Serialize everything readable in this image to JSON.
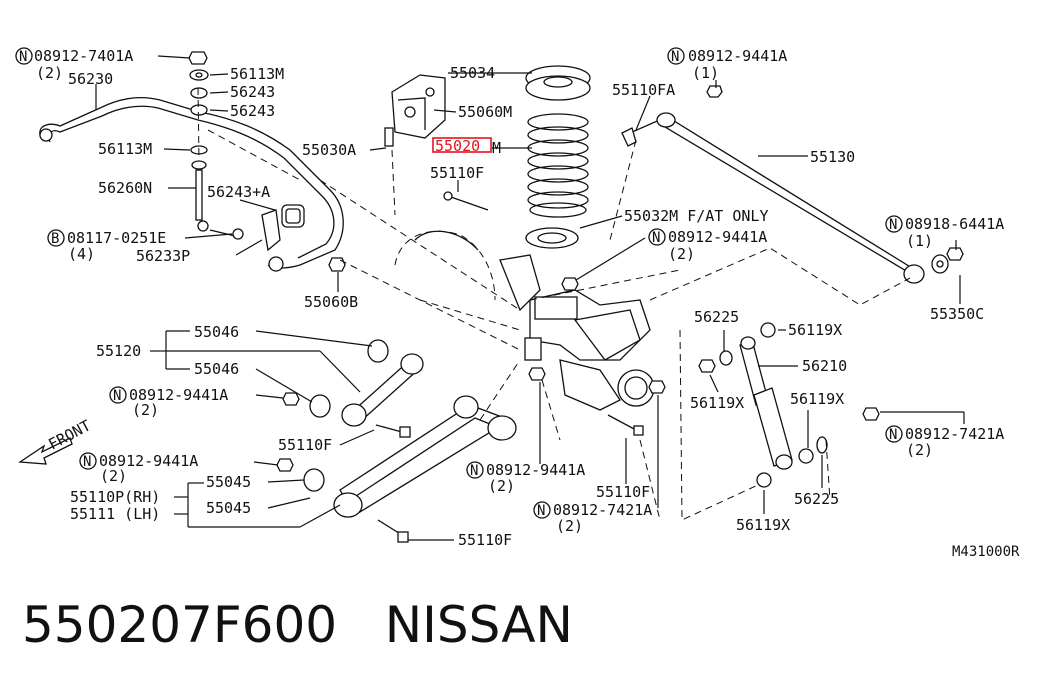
{
  "caption": {
    "part_number": "550207F600",
    "brand": "NISSAN"
  },
  "drawing_id": "M431000R",
  "highlight_color": "#e0141e",
  "front_label": "FRONT",
  "circle_prefix_n": "N",
  "circle_prefix_b": "B",
  "labels": {
    "n_08912_7401A": "08912-7401A",
    "qty_2_a": "(2)",
    "p56230": "56230",
    "p56113M_a": "56113M",
    "p56243_a": "56243",
    "p56243_b": "56243",
    "p56113M_b": "56113M",
    "p56260N": "56260N",
    "p56243A": "56243+A",
    "b_08117_0251E": "08117-0251E",
    "qty_4": "(4)",
    "p56233P": "56233P",
    "p55060B": "55060B",
    "p55034": "55034",
    "p55060M": "55060M",
    "p55030A": "55030A",
    "p55020M_box": "55020",
    "p55020M_suffix": "M",
    "p55110F_a": "55110F",
    "p55032M": "55032M F/AT ONLY",
    "n_08912_9441A_a": "08912-9441A",
    "qty_2_b": "(2)",
    "n_08912_9441A_top": "08912-9441A",
    "qty_1_a": "(1)",
    "p55110FA": "55110FA",
    "p55130": "55130",
    "n_08918_6441A": "08918-6441A",
    "qty_1_b": "(1)",
    "p55350C": "55350C",
    "p55046_a": "55046",
    "p55120": "55120",
    "p55046_b": "55046",
    "n_08912_9441A_b": "08912-9441A",
    "qty_2_c": "(2)",
    "p55110F_b": "55110F",
    "n_08912_9441A_c": "08912-9441A",
    "qty_2_d": "(2)",
    "p55045_a": "55045",
    "p55110P": "55110P(RH)",
    "p55111": "55111 (LH)",
    "p55045_b": "55045",
    "p55110F_c": "55110F",
    "n_08912_9441A_d": "08912-9441A",
    "qty_2_e": "(2)",
    "p55110F_d": "55110F",
    "n_08912_7421A_a": "08912-7421A",
    "qty_2_f": "(2)",
    "p56225_a": "56225",
    "p56119X_a": "56119X",
    "p56210": "56210",
    "p56119X_b": "56119X",
    "p56119X_c": "56119X",
    "n_08912_7421A_b": "08912-7421A",
    "qty_2_g": "(2)",
    "p56225_b": "56225",
    "p56119X_d": "56119X"
  }
}
